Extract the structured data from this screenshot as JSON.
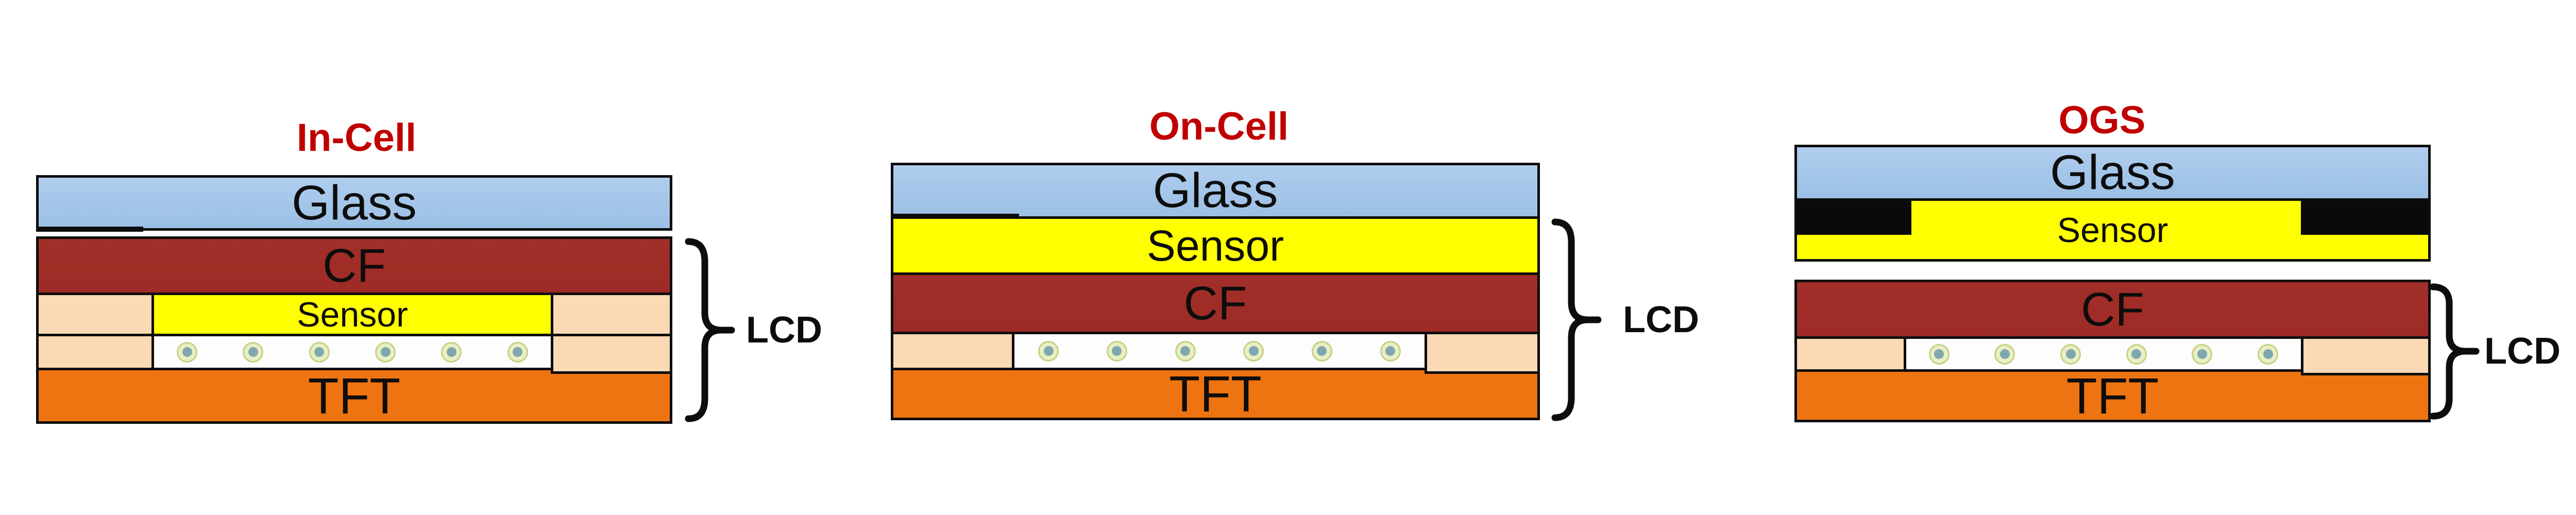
{
  "lc_dot_count": "6",
  "colors": {
    "title_red": "#c00000",
    "glass_blue": "#a2c5e8",
    "cf_brick_red": "#9e2b25",
    "sensor_yellow": "#ffff00",
    "tft_orange": "#ee7411",
    "spacer_peach": "#fbd9b4",
    "liquid_crystal_white": "#fdfdfd",
    "outline_black": "#0d0d0d",
    "dot_ring": "#e9efc3",
    "dot_core": "#7fa7ae"
  },
  "diagrams": [
    {
      "title": "In-Cell",
      "layers": {
        "glass": "Glass",
        "cf": "CF",
        "sensor": "Sensor",
        "tft": "TFT"
      },
      "lcd_label": "LCD"
    },
    {
      "title": "On-Cell",
      "layers": {
        "glass": "Glass",
        "sensor": "Sensor",
        "cf": "CF",
        "tft": "TFT"
      },
      "lcd_label": "LCD"
    },
    {
      "title": "OGS",
      "layers": {
        "glass": "Glass",
        "sensor": "Sensor",
        "cf": "CF",
        "tft": "TFT"
      },
      "lcd_label": "LCD"
    }
  ]
}
